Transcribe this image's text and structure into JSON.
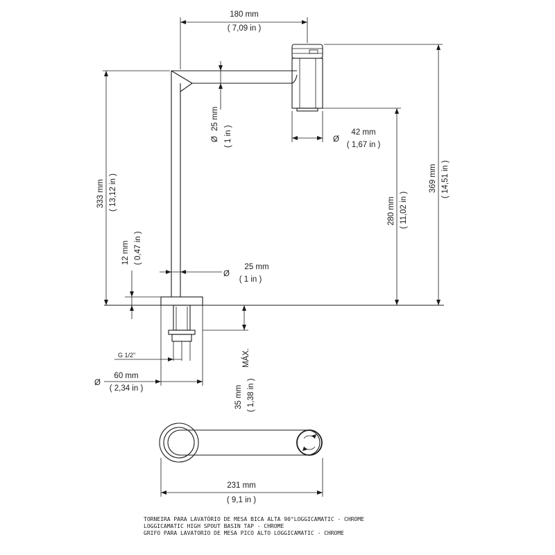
{
  "dimensions": {
    "top_width": {
      "mm": "180 mm",
      "in": "( 7,09 in )"
    },
    "spout_diameter": {
      "symbol": "Ø",
      "mm": "25 mm",
      "in": "( 1 in )"
    },
    "head_diameter": {
      "symbol": "Ø",
      "mm": "42 mm",
      "in": "( 1,67 in )"
    },
    "total_height_left": {
      "mm": "333 mm",
      "in": "( 13,12 in )"
    },
    "spout_outlet_height": {
      "mm": "280 mm",
      "in": "( 11,02 in )"
    },
    "total_height_right": {
      "mm": "369 mm",
      "in": "( 14,51 in )"
    },
    "base_ring_height": {
      "mm": "12 mm",
      "in": "( 0,47 in )"
    },
    "body_diameter": {
      "symbol": "Ø",
      "mm": "25 mm",
      "in": "( 1 in )"
    },
    "thread": {
      "label": "G 1/2\""
    },
    "base_diameter": {
      "symbol": "Ø",
      "mm": "60 mm",
      "in": "( 2,34 in )"
    },
    "max_counter_thickness": {
      "mm": "35 mm",
      "in": "( 1,38 in )",
      "note": "MÁX."
    },
    "top_view_length": {
      "mm": "231 mm",
      "in": "( 9,1 in )"
    }
  },
  "caption": [
    "TORNEIRA PARA LAVATÓRIO DE MESA BICA ALTA 90°LOGGICAMATIC - CHROME",
    "LOGGICAMATIC HIGH SPOUT BASIN TAP - CHROME",
    "GRIFO PARA LAVATORIO DE MESA PICO ALTO LOGGICAMATIC - CHROME"
  ]
}
